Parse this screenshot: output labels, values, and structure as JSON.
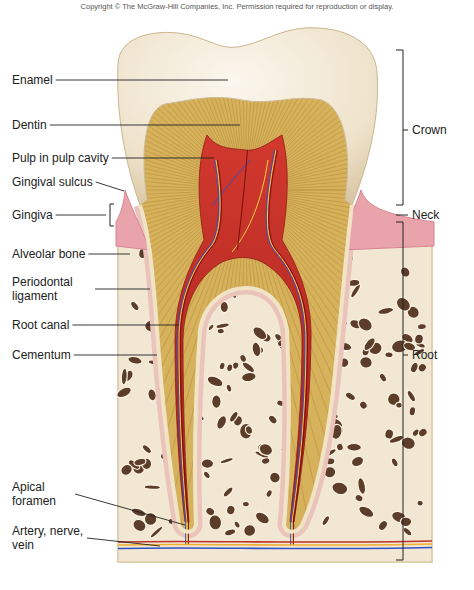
{
  "diagram": {
    "labels": [
      "Copyright © The McGraw-Hill Companies, Inc. Permission required for reproduction or display.",
      "Enamel",
      "Dentin",
      "Pulp in pulp cavity",
      "Gingival sulcus",
      "Gingiva",
      "Alveolar bone",
      "Periodontal ligament",
      "Root canal",
      "Cementum",
      "Apical foramen",
      "Artery, nerve, vein",
      "Crown",
      "Neck",
      "Root"
    ]
  }
}
